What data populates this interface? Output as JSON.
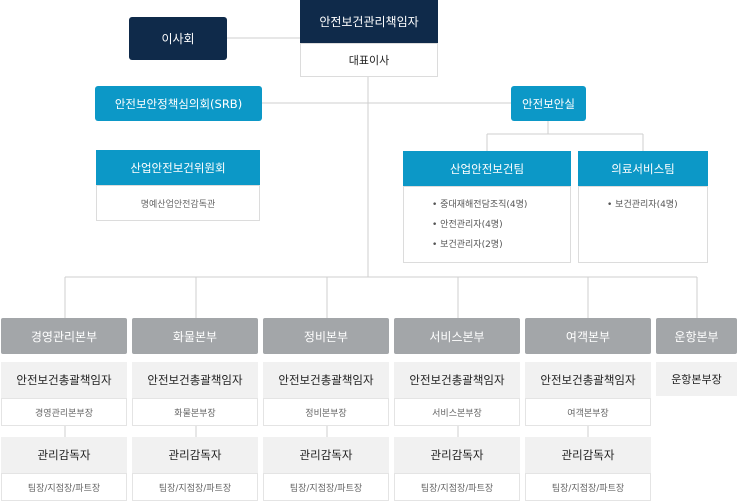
{
  "top": {
    "ceo_title": "안전보건관리책임자",
    "ceo_name": "대표이사",
    "board": "이사회"
  },
  "committees": {
    "srb": "안전보안정책심의회(SRB)",
    "safety_office": "안전보안실",
    "industrial_committee": "산업안전보건위원회",
    "industrial_committee_members": "명예산업안전감독관"
  },
  "teams": [
    {
      "name": "산업안전보건팀",
      "items": [
        "중대재해전담조직(4명)",
        "안전관리자(4명)",
        "보건관리자(2명)"
      ]
    },
    {
      "name": "의료서비스팀",
      "items": [
        "보건관리자(4명)"
      ]
    }
  ],
  "divisions": [
    {
      "name": "경영관리본부",
      "role": "안전보건총괄책임자",
      "head": "경영관리본부장",
      "supervisor": "관리감독자",
      "supervisor_sub": "팀장/지점장/파트장"
    },
    {
      "name": "화물본부",
      "role": "안전보건총괄책임자",
      "head": "화물본부장",
      "supervisor": "관리감독자",
      "supervisor_sub": "팀장/지점장/파트장"
    },
    {
      "name": "정비본부",
      "role": "안전보건총괄책임자",
      "head": "정비본부장",
      "supervisor": "관리감독자",
      "supervisor_sub": "팀장/지점장/파트장"
    },
    {
      "name": "서비스본부",
      "role": "안전보건총괄책임자",
      "head": "서비스본부장",
      "supervisor": "관리감독자",
      "supervisor_sub": "팀장/지점장/파트장"
    },
    {
      "name": "여객본부",
      "role": "안전보건총괄책임자",
      "head": "여객본부장",
      "supervisor": "관리감독자",
      "supervisor_sub": "팀장/지점장/파트장"
    },
    {
      "name": "운항본부",
      "role": "운항본부장"
    }
  ],
  "colors": {
    "navy": "#0f2a4a",
    "teal": "#0c98c7",
    "gray": "#a3a6a9",
    "line": "#cfcfcf"
  }
}
